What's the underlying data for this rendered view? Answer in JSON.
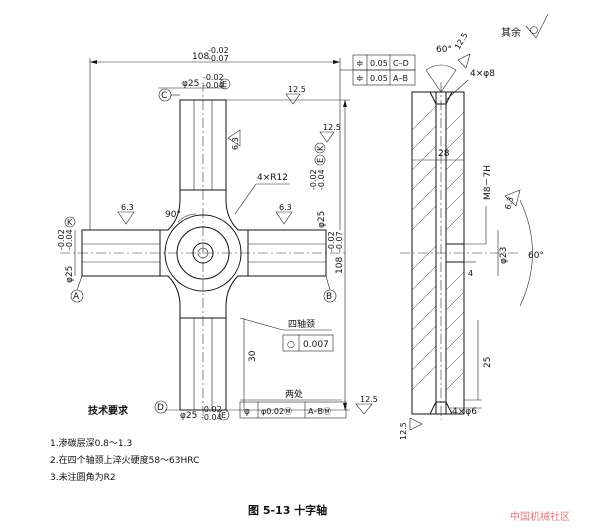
{
  "surface_roughness_note": "其余",
  "dimensions": {
    "overall_length": "108",
    "overall_tol_upper": "-0.02",
    "overall_tol_lower": "-0.07",
    "journal_dia_top": "φ25",
    "journal_tol_upper": "-0.02",
    "journal_tol_lower": "-0.04",
    "journal_dia_right_v": "φ25",
    "journal_dia_left": "φ25",
    "journal_dia_bottom": "φ25",
    "radius_label": "4×R12",
    "angle_label": "90°",
    "roughness_values": [
      "12.5",
      "6.3",
      "6.3",
      "6.3",
      "12.5",
      "12.5"
    ],
    "length_30": "30",
    "length_108_v": "108",
    "length_108_v_tol_upper": "-0.02",
    "length_108_v_tol_lower": "-0.07"
  },
  "datums": {
    "C": "C",
    "B": "B",
    "A": "A",
    "D": "D",
    "E_top": "E",
    "E_bottom": "E",
    "K_left": "K",
    "K_right": "K"
  },
  "tolerance_frames": {
    "sym_cd": [
      "≑",
      "0.05",
      "C–D"
    ],
    "sym_ab": [
      "≑",
      "0.05",
      "A–B"
    ],
    "roundness_label": "四轴颈",
    "roundness": [
      "○",
      "0.007"
    ],
    "position_label": "两处",
    "position": [
      "φ",
      "φ0.02Ⓜ",
      "A–BⓂ"
    ]
  },
  "side_view": {
    "angle_top": "60°",
    "holes": "4×φ8",
    "dim_28": "28",
    "thread": "M8－7H",
    "dia_23": "φ23",
    "angle_right": "60°",
    "dim_4": "4",
    "dim_25": "25",
    "holes_bottom": "4×φ6",
    "roughness_top": "12.5",
    "roughness_side": "6.3",
    "roughness_bottom": "12.5"
  },
  "tech_requirements": {
    "title": "技术要求",
    "items": [
      "1.渗碳层深0.8～1.3",
      "2.在四个轴颈上淬火硬度58～63HRC",
      "3.未注圆角为R2"
    ]
  },
  "caption": "图 5-13    十字轴",
  "watermark": "中国机械社区"
}
